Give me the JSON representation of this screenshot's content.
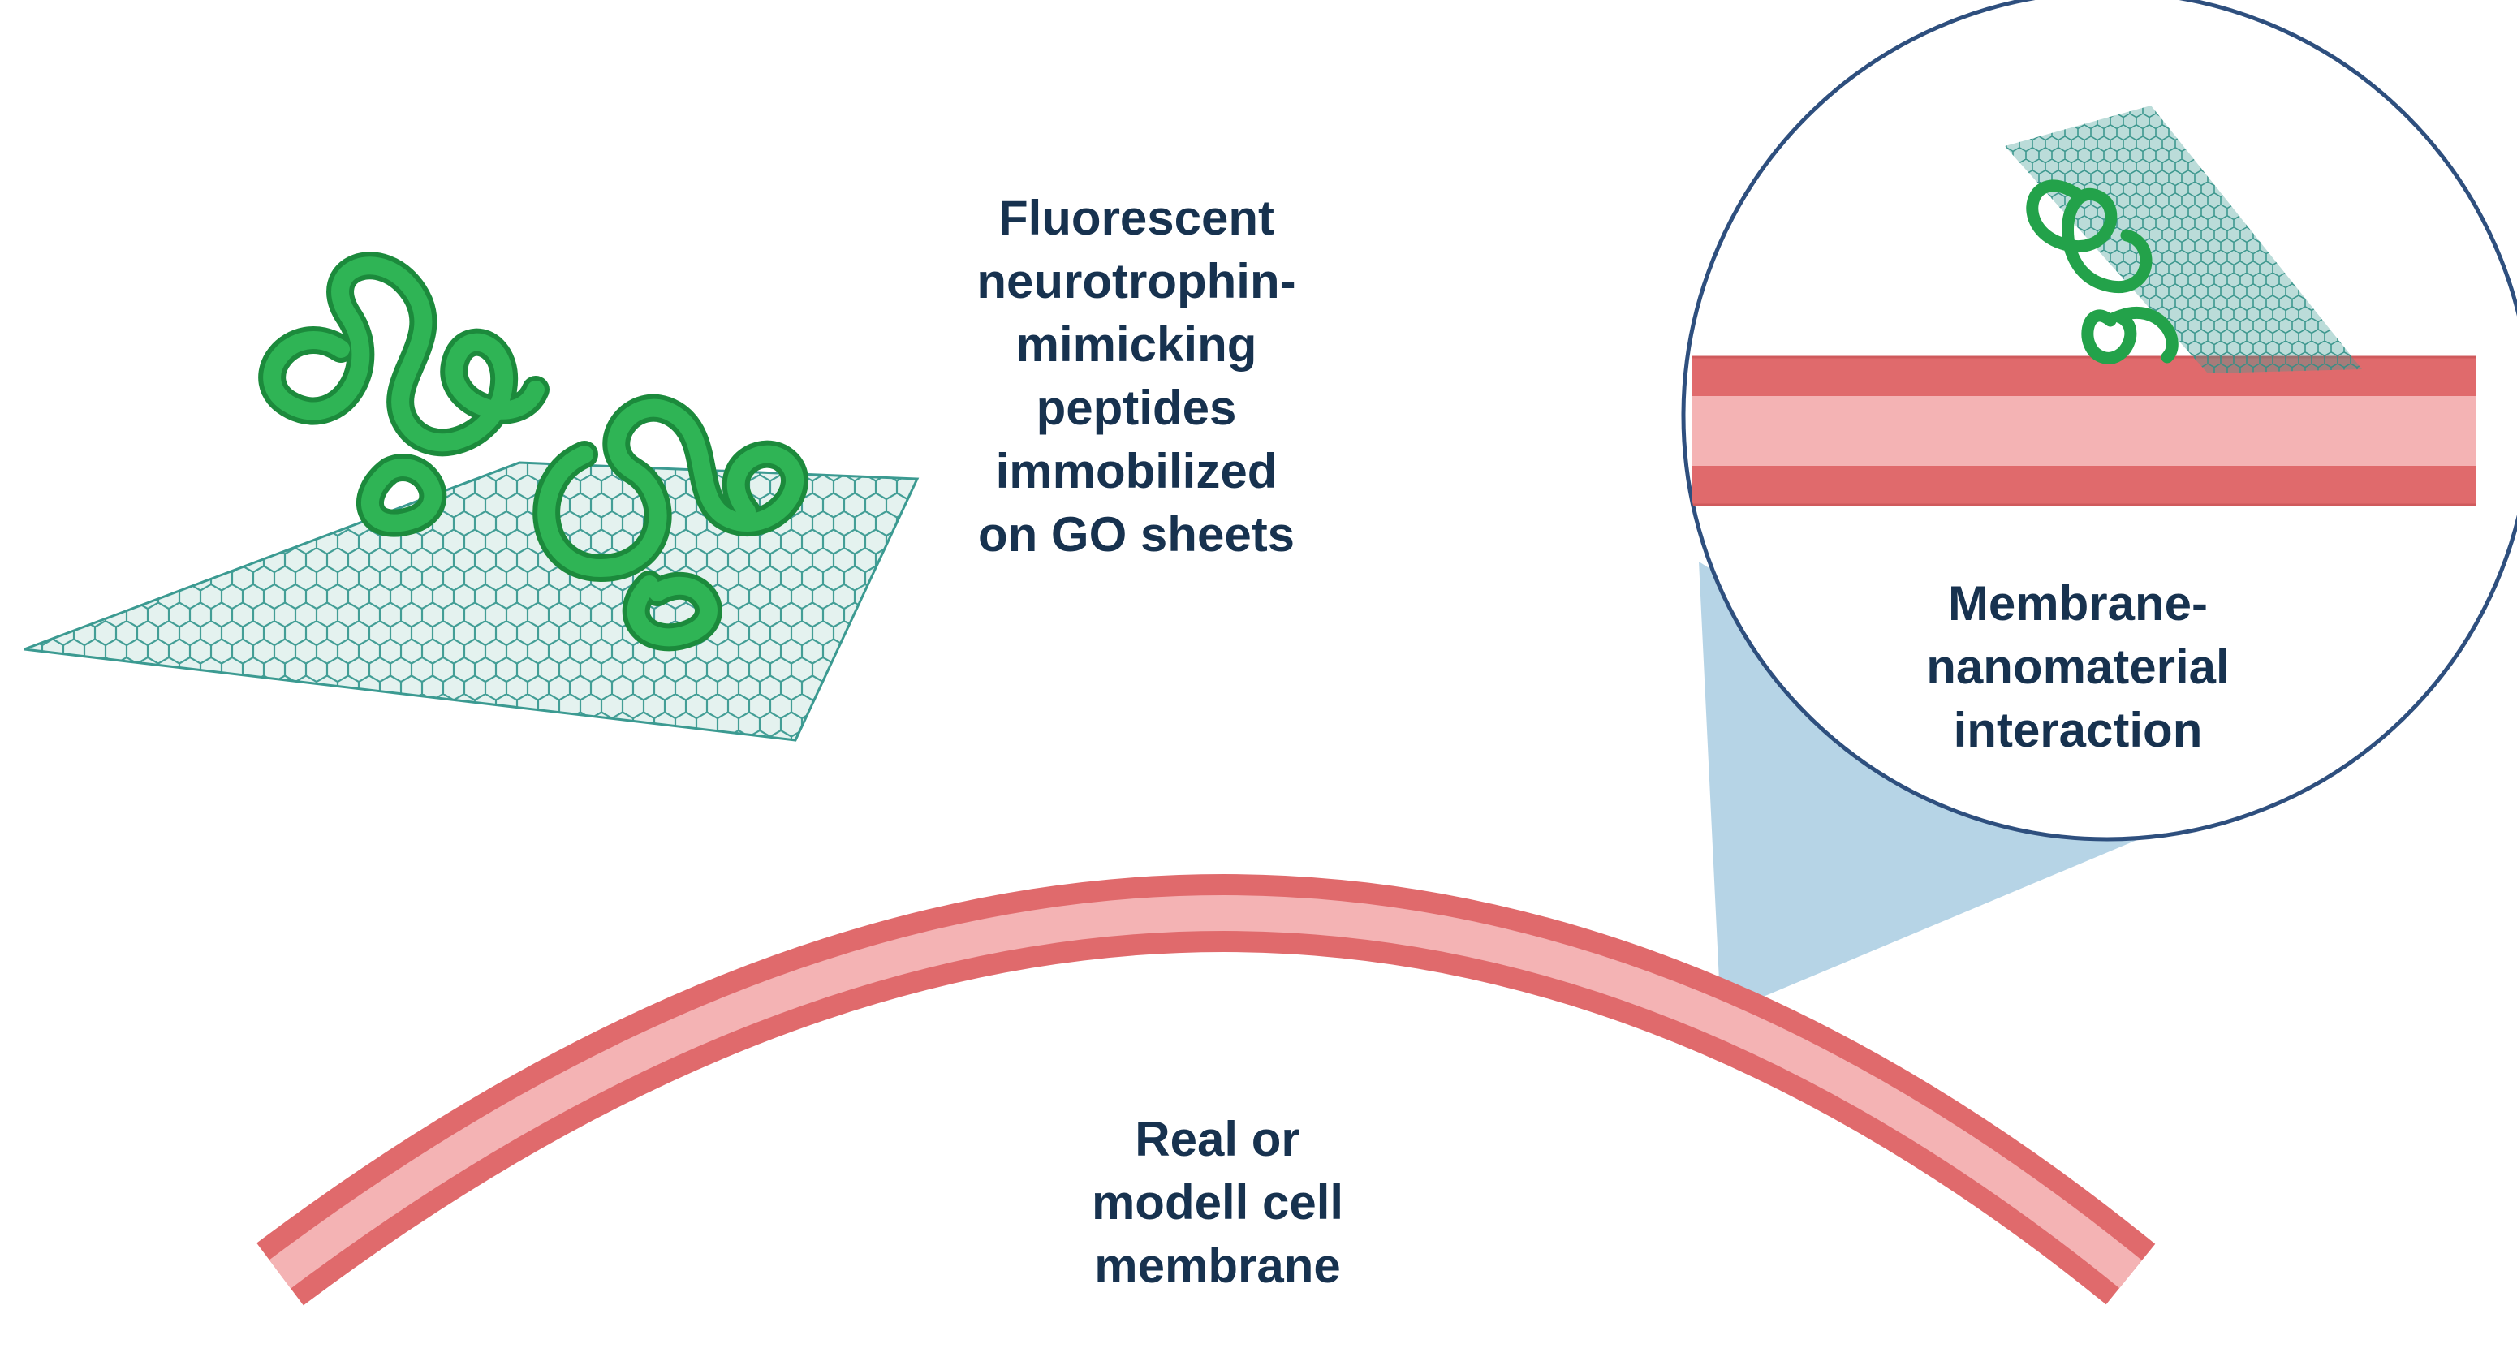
{
  "labels": {
    "peptides": [
      "Fluorescent",
      "neurotrophin-",
      "mimicking",
      "peptides",
      "immobilized",
      "on GO sheets"
    ],
    "interaction": [
      "Membrane-",
      "nanomaterial",
      "interaction"
    ],
    "membrane": [
      "Real or",
      "modell cell",
      "membrane"
    ]
  },
  "colors": {
    "text": "#17324f",
    "membrane_outer": "#e06a6c",
    "membrane_inner": "#f4b3b4",
    "peptide": "#23a24a",
    "go_sheet": "#3b9a91",
    "zoom_circle": "#2e4f7e",
    "zoom_cone": "#a9cde2"
  },
  "icons": {
    "go_sheet": "graphene-oxide-sheet-icon",
    "peptide": "peptide-coil-icon"
  }
}
